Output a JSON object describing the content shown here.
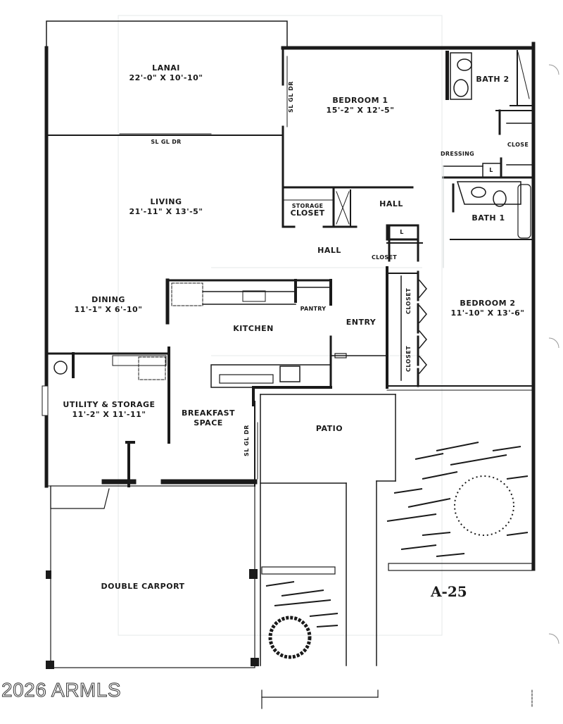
{
  "plan": {
    "code": "A-25",
    "watermark": "2026 ARMLS",
    "colors": {
      "wall": "#1a1a1a",
      "paper": "#ffffff",
      "faint": "#e4e8ea"
    }
  },
  "rooms": {
    "lanai": {
      "name": "LANAI",
      "dims": "22'-0\" X 10'-10\""
    },
    "bedroom1": {
      "name": "BEDROOM 1",
      "dims": "15'-2\" X 12'-5\""
    },
    "bath2": {
      "name": "BATH 2"
    },
    "dressing": {
      "name": "DRESSING"
    },
    "closet_master": {
      "name": "CLOSE"
    },
    "bath1": {
      "name": "BATH 1"
    },
    "living": {
      "name": "LIVING",
      "dims": "21'-11\" X 13'-5\""
    },
    "storage_closet": {
      "name": "STORAGE",
      "name2": "CLOSET"
    },
    "hall_upper": {
      "name": "HALL"
    },
    "hall_lower": {
      "name": "HALL"
    },
    "hall_closet": {
      "name": "CLOSET"
    },
    "dining": {
      "name": "DINING",
      "dims": "11'-1\" X 6'-10\""
    },
    "kitchen": {
      "name": "KITCHEN"
    },
    "pantry": {
      "name": "PANTRY"
    },
    "entry": {
      "name": "ENTRY"
    },
    "closet_a": {
      "name": "CLOSET"
    },
    "closet_b": {
      "name": "CLOSET"
    },
    "bedroom2": {
      "name": "BEDROOM 2",
      "dims": "11'-10\" X 13'-6\""
    },
    "utility": {
      "name": "UTILITY & STORAGE",
      "dims": "11'-2\" X 11'-11\""
    },
    "breakfast": {
      "name": "BREAKFAST",
      "name2": "SPACE"
    },
    "patio": {
      "name": "PATIO"
    },
    "carport": {
      "name": "DOUBLE CARPORT"
    }
  },
  "door_labels": {
    "lanai_living": "SL GL DR",
    "lanai_bedroom": "SL GL DR",
    "breakfast_patio": "SL GL DR",
    "laundry_l1": "L",
    "laundry_l2": "L"
  }
}
